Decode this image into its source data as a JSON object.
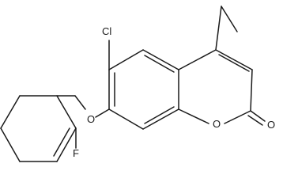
{
  "structure": {
    "atoms": {
      "cl": "Cl",
      "o_ether": "O",
      "o_ring": "O",
      "o_carbonyl": "O",
      "f": "F"
    }
  }
}
